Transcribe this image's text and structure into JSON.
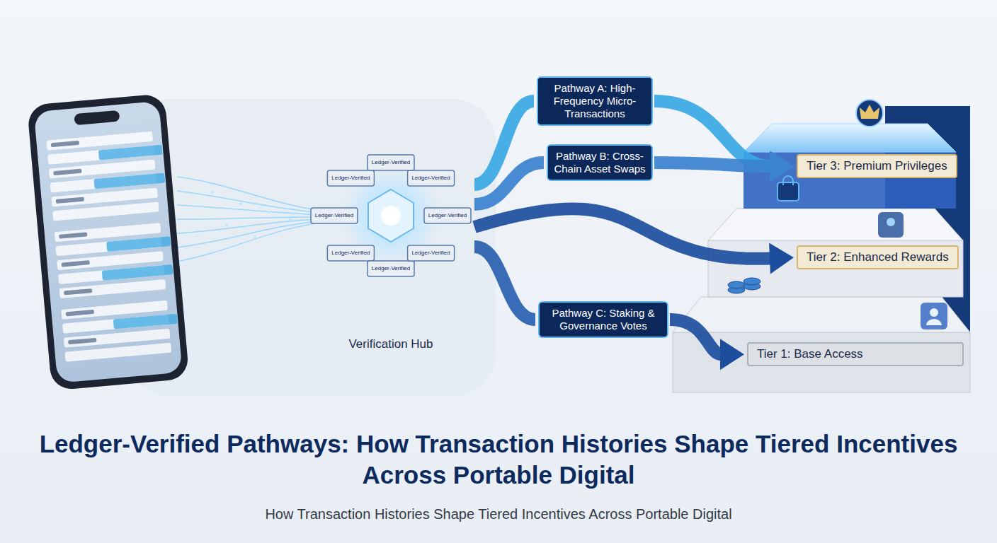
{
  "diagram": {
    "title": "Ledger-Verified Pathways: How Transaction Histories Shape Tiered Incentives Across Portable Digital",
    "caption": "How Transaction Histories Shape Tiered Incentives Across Portable Digital",
    "nodes": [
      {
        "text": [
          "Verification Hub"
        ]
      },
      {
        "text": [
          "Pathway A: High-Frequency Micro-Transactions"
        ]
      },
      {
        "text": [
          "Pathway B: Cross-Chain Asset Swaps"
        ]
      },
      {
        "text": [
          "Pathway C: Staking & Governance Votes"
        ]
      },
      {
        "text": [
          "Tier 3: Premium Privileges"
        ]
      },
      {
        "text": [
          "Tier 2: Enhanced Rewards"
        ]
      },
      {
        "text": [
          "Tier 1: Base Access"
        ]
      }
    ],
    "edges": [
      {
        "from": 0,
        "to": 1,
        "arrow": "none"
      },
      {
        "from": 0,
        "to": 2,
        "arrow": "none"
      },
      {
        "from": 0,
        "to": 3,
        "arrow": "none"
      },
      {
        "from": 1,
        "to": 4,
        "arrow": "to"
      },
      {
        "from": 2,
        "to": 4,
        "arrow": "to"
      },
      {
        "from": 0,
        "to": 5,
        "arrow": "to"
      },
      {
        "from": 3,
        "to": 6,
        "arrow": "to"
      }
    ],
    "labels": [
      "Ledger-Verified",
      "Ledger-Verified",
      "Ledger-Verified",
      "Ledger-Verified",
      "Ledger-Verified",
      "Ledger-Verified",
      "Ledger-Verified",
      "Ledger-Verified"
    ]
  }
}
